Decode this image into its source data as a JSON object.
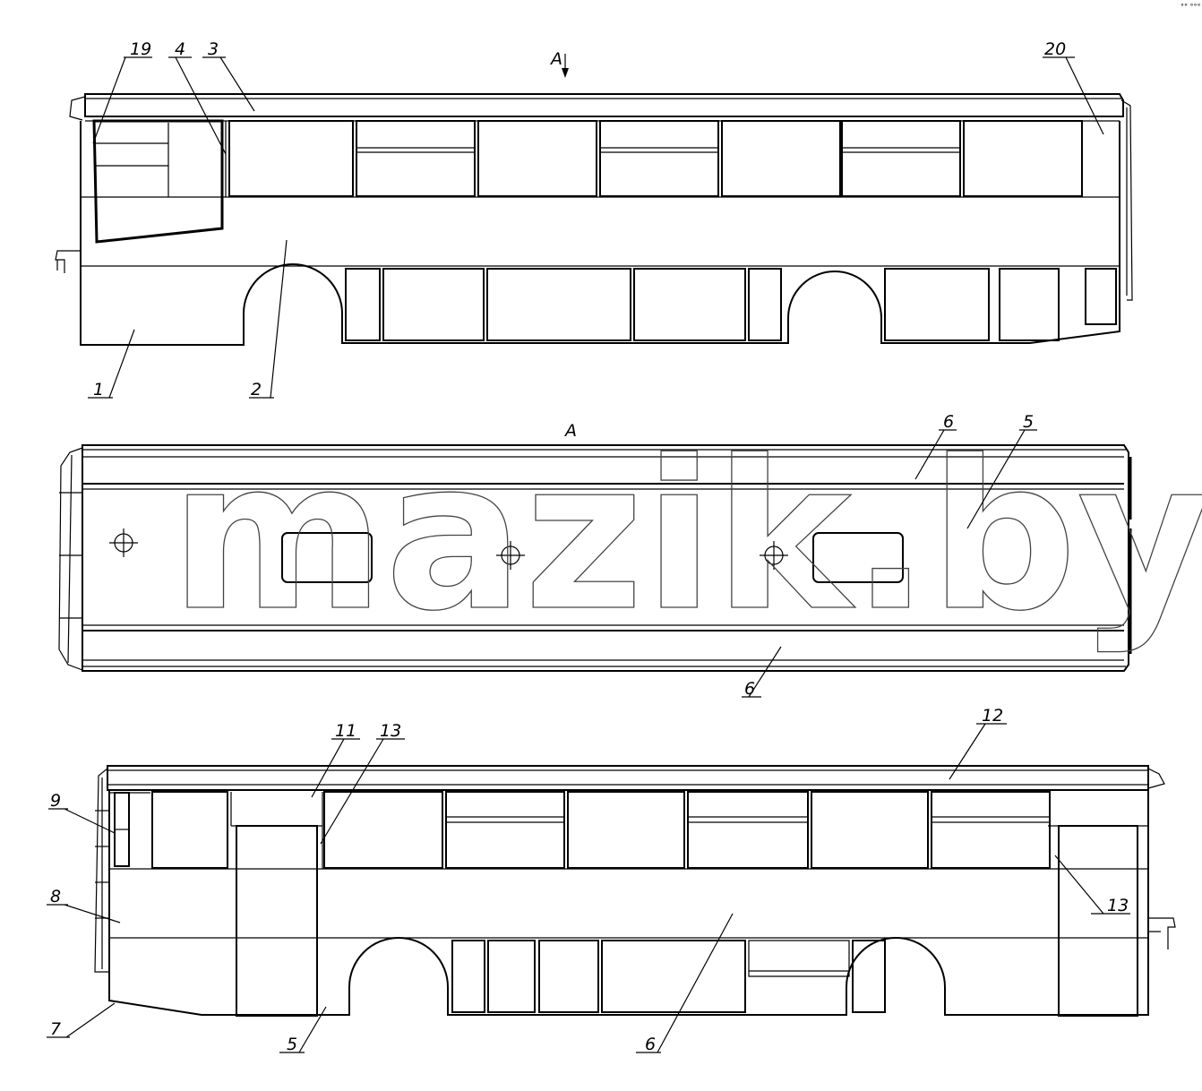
{
  "watermark": "mazik.by",
  "corner_mark": "°° °°°",
  "view_a": {
    "arrow_label": "A",
    "view_label": "A"
  },
  "callouts": {
    "c1": "1",
    "c2": "2",
    "c3": "3",
    "c4": "4",
    "c5_top": "5",
    "c5_bottom": "5",
    "c6_top": "6",
    "c6_mid": "6",
    "c6_bottom": "6",
    "c7": "7",
    "c8": "8",
    "c9": "9",
    "c11": "11",
    "c12": "12",
    "c13_left": "13",
    "c13_right": "13",
    "c19": "19",
    "c20": "20"
  }
}
